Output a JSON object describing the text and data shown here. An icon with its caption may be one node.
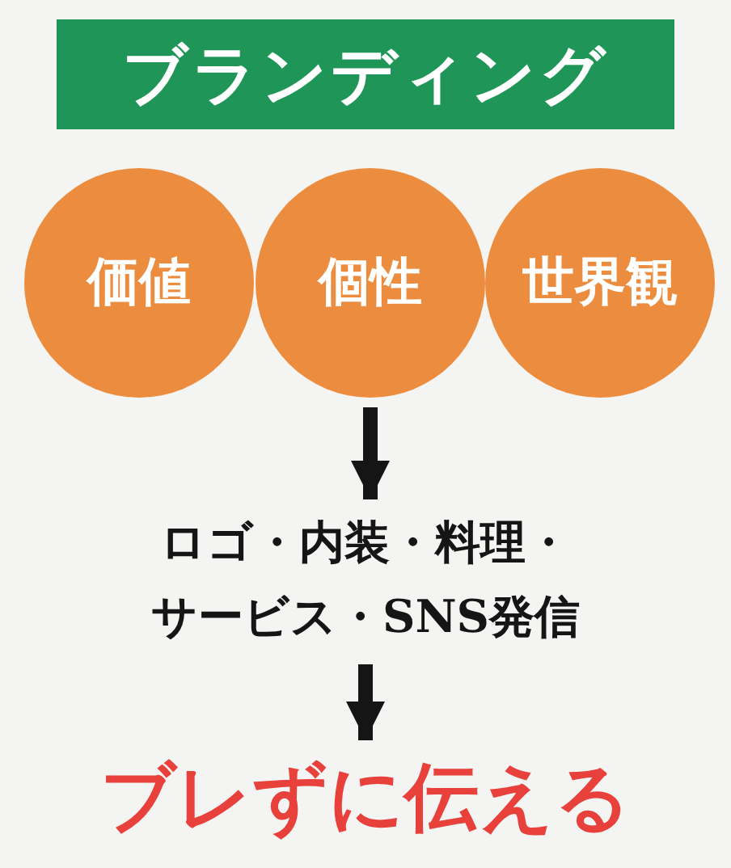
{
  "diagram": {
    "nodes": [
      {
        "text": [
          "ブランディング"
        ]
      },
      {
        "text": [
          "価値"
        ]
      },
      {
        "text": [
          "個性"
        ]
      },
      {
        "text": [
          "世界観"
        ]
      },
      {
        "text": [
          "ロゴ・内装・料理・サービス・SNS発信"
        ]
      },
      {
        "text": [
          "ブレずに伝える"
        ]
      }
    ],
    "edges": [
      {
        "from": 2,
        "to": 4,
        "arrow": "to"
      },
      {
        "from": 4,
        "to": 5,
        "arrow": "to"
      }
    ]
  }
}
